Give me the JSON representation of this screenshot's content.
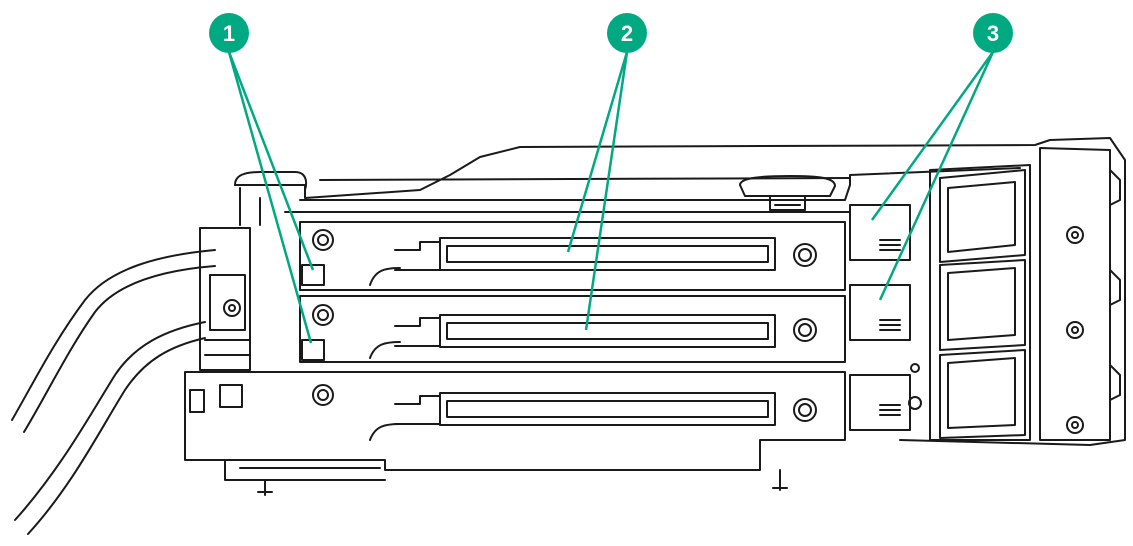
{
  "diagram": {
    "callouts": [
      {
        "id": "callout-1",
        "label": "1"
      },
      {
        "id": "callout-2",
        "label": "2"
      },
      {
        "id": "callout-3",
        "label": "3"
      }
    ],
    "colors": {
      "callout_fill": "#01A982",
      "leader_line": "#01A982",
      "outline": "#1a1a1a",
      "fill": "#ffffff"
    }
  }
}
